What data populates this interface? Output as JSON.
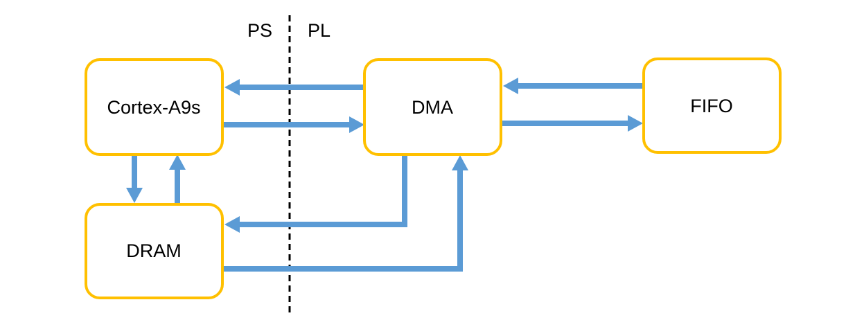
{
  "regions": {
    "left": "PS",
    "right": "PL"
  },
  "blocks": {
    "cpu": "Cortex-A9s",
    "dma": "DMA",
    "fifo": "FIFO",
    "dram": "DRAM"
  },
  "colors": {
    "block_border": "#FFC000",
    "arrow": "#5B9BD5",
    "divider": "#000000"
  }
}
